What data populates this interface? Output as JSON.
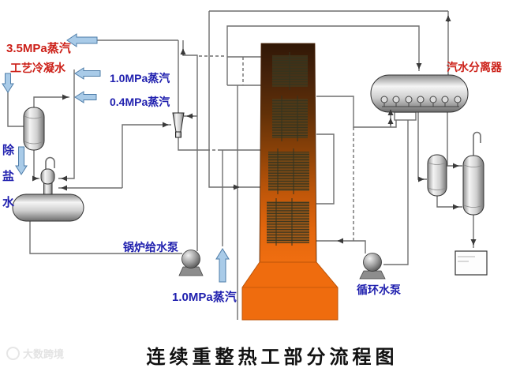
{
  "title": "连续重整热工部分流程图",
  "watermark": "大数跨境",
  "labels": {
    "steam_3_5mpa": "3.5MPa蒸汽",
    "process_condensate": "工艺冷凝水",
    "steam_1_0mpa_mid": "1.0MPa蒸汽",
    "steam_0_4mpa": "0.4MPa蒸汽",
    "demineralized_water": "除盐水",
    "boiler_feed_pump": "锅炉给水泵",
    "steam_1_0mpa_bottom": "1.0MPa蒸汽",
    "steam_water_separator": "汽水分离器",
    "circulating_pump": "循环水泵"
  },
  "colors": {
    "label_red": "#cc1f17",
    "label_blue": "#1f1fae",
    "furnace_orange_bright": "#f06e10",
    "furnace_brown_dark": "#311806",
    "pipe_gray": "#6e6e6e",
    "blue_arrow_fill": "#a9cbe8",
    "blue_arrow_stroke": "#4d7ca8"
  }
}
